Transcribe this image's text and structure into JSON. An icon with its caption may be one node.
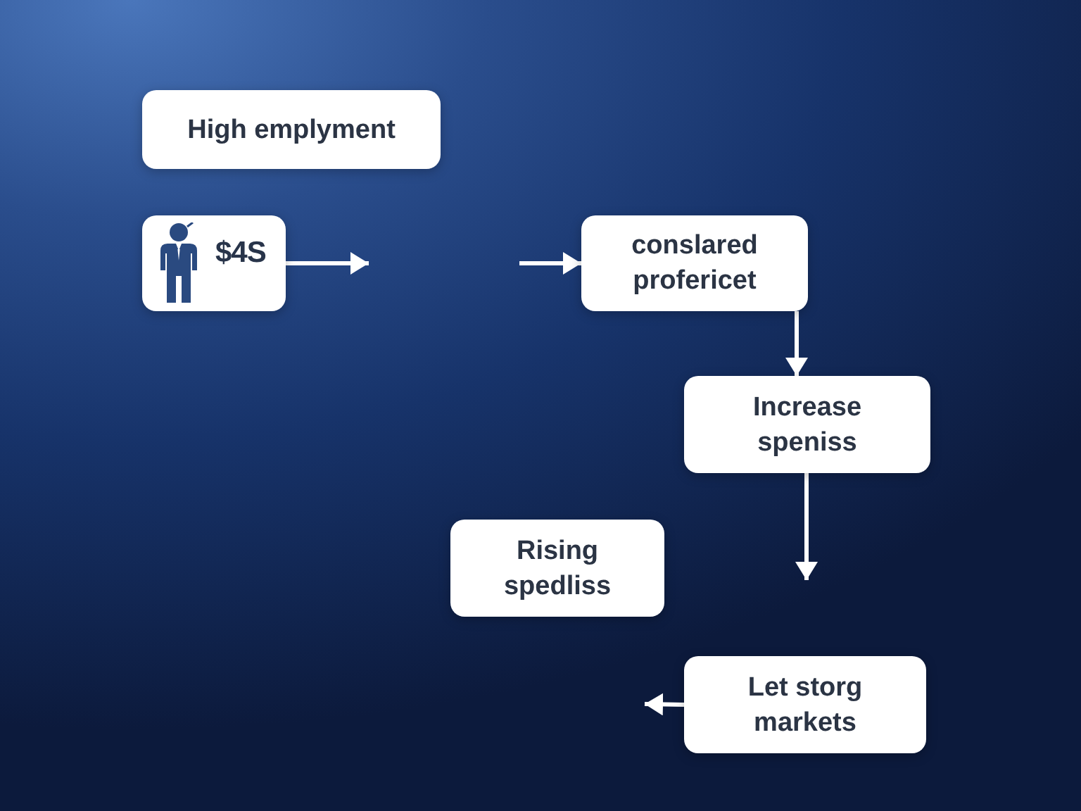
{
  "diagram": {
    "nodes": [
      {
        "text": [
          "High emplyment"
        ]
      },
      {
        "text": [
          "$4S"
        ]
      },
      {
        "text": [
          "conslared profericet"
        ]
      },
      {
        "text": [
          "Increase speniss"
        ]
      },
      {
        "text": [
          "Rising spedliss"
        ]
      },
      {
        "text": [
          "Let storg markets"
        ]
      }
    ],
    "edges": [
      {
        "from": 1,
        "to": null,
        "arrow": "to"
      },
      {
        "from": null,
        "to": 2,
        "arrow": "to"
      },
      {
        "from": 2,
        "to": 3,
        "arrow": "to"
      },
      {
        "from": 3,
        "to": null,
        "arrow": "to"
      },
      {
        "from": 5,
        "to": null,
        "arrow": "to"
      }
    ]
  }
}
